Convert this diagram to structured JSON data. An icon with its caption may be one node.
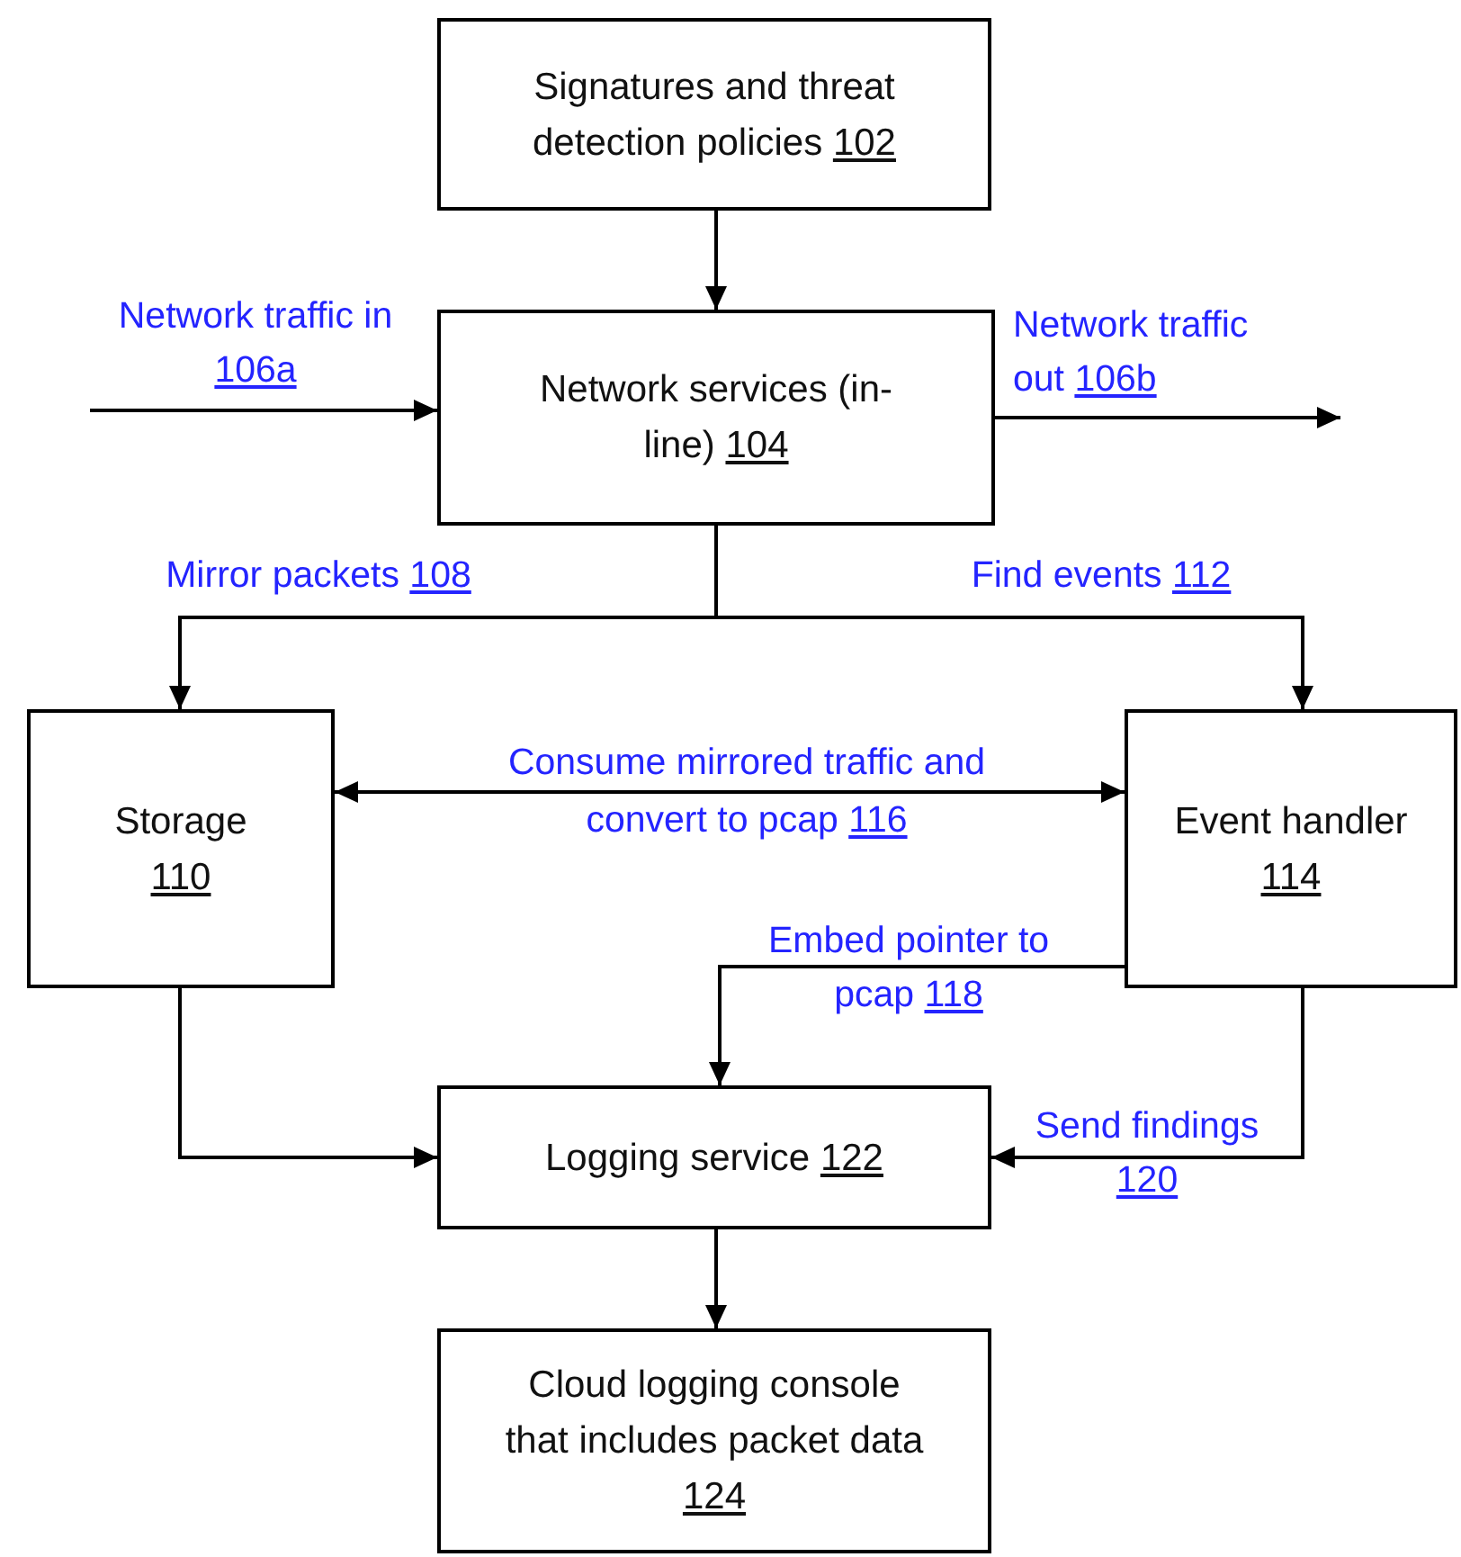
{
  "diagram": {
    "nodes": [
      {
        "text": [
          "Signatures and threat detection policies 102"
        ]
      },
      {
        "text": [
          "Network services (in-line) 104"
        ]
      },
      {
        "text": [
          "Storage 110"
        ]
      },
      {
        "text": [
          "Event handler 114"
        ]
      },
      {
        "text": [
          "Logging service 122"
        ]
      },
      {
        "text": [
          "Cloud logging console that includes packet data 124"
        ]
      }
    ],
    "edges": [
      {
        "from": 0,
        "to": 1,
        "arrow": "to"
      },
      {
        "from": null,
        "to": 1,
        "arrow": "to",
        "label": "Network traffic in 106a"
      },
      {
        "from": 1,
        "to": null,
        "arrow": "to",
        "label": "Network traffic out 106b"
      },
      {
        "from": 1,
        "to": 2,
        "arrow": "to",
        "label": "Mirror packets 108"
      },
      {
        "from": 1,
        "to": 3,
        "arrow": "to",
        "label": "Find events 112"
      },
      {
        "from": 2,
        "to": 3,
        "arrow": "both",
        "label": "Consume mirrored traffic and convert to pcap 116"
      },
      {
        "from": 3,
        "to": 4,
        "arrow": "to",
        "label": "Embed pointer to pcap 118"
      },
      {
        "from": 2,
        "to": 4,
        "arrow": "to"
      },
      {
        "from": 3,
        "to": 4,
        "arrow": "to",
        "label": "Send findings 120"
      },
      {
        "from": 4,
        "to": 5,
        "arrow": "to"
      }
    ]
  }
}
